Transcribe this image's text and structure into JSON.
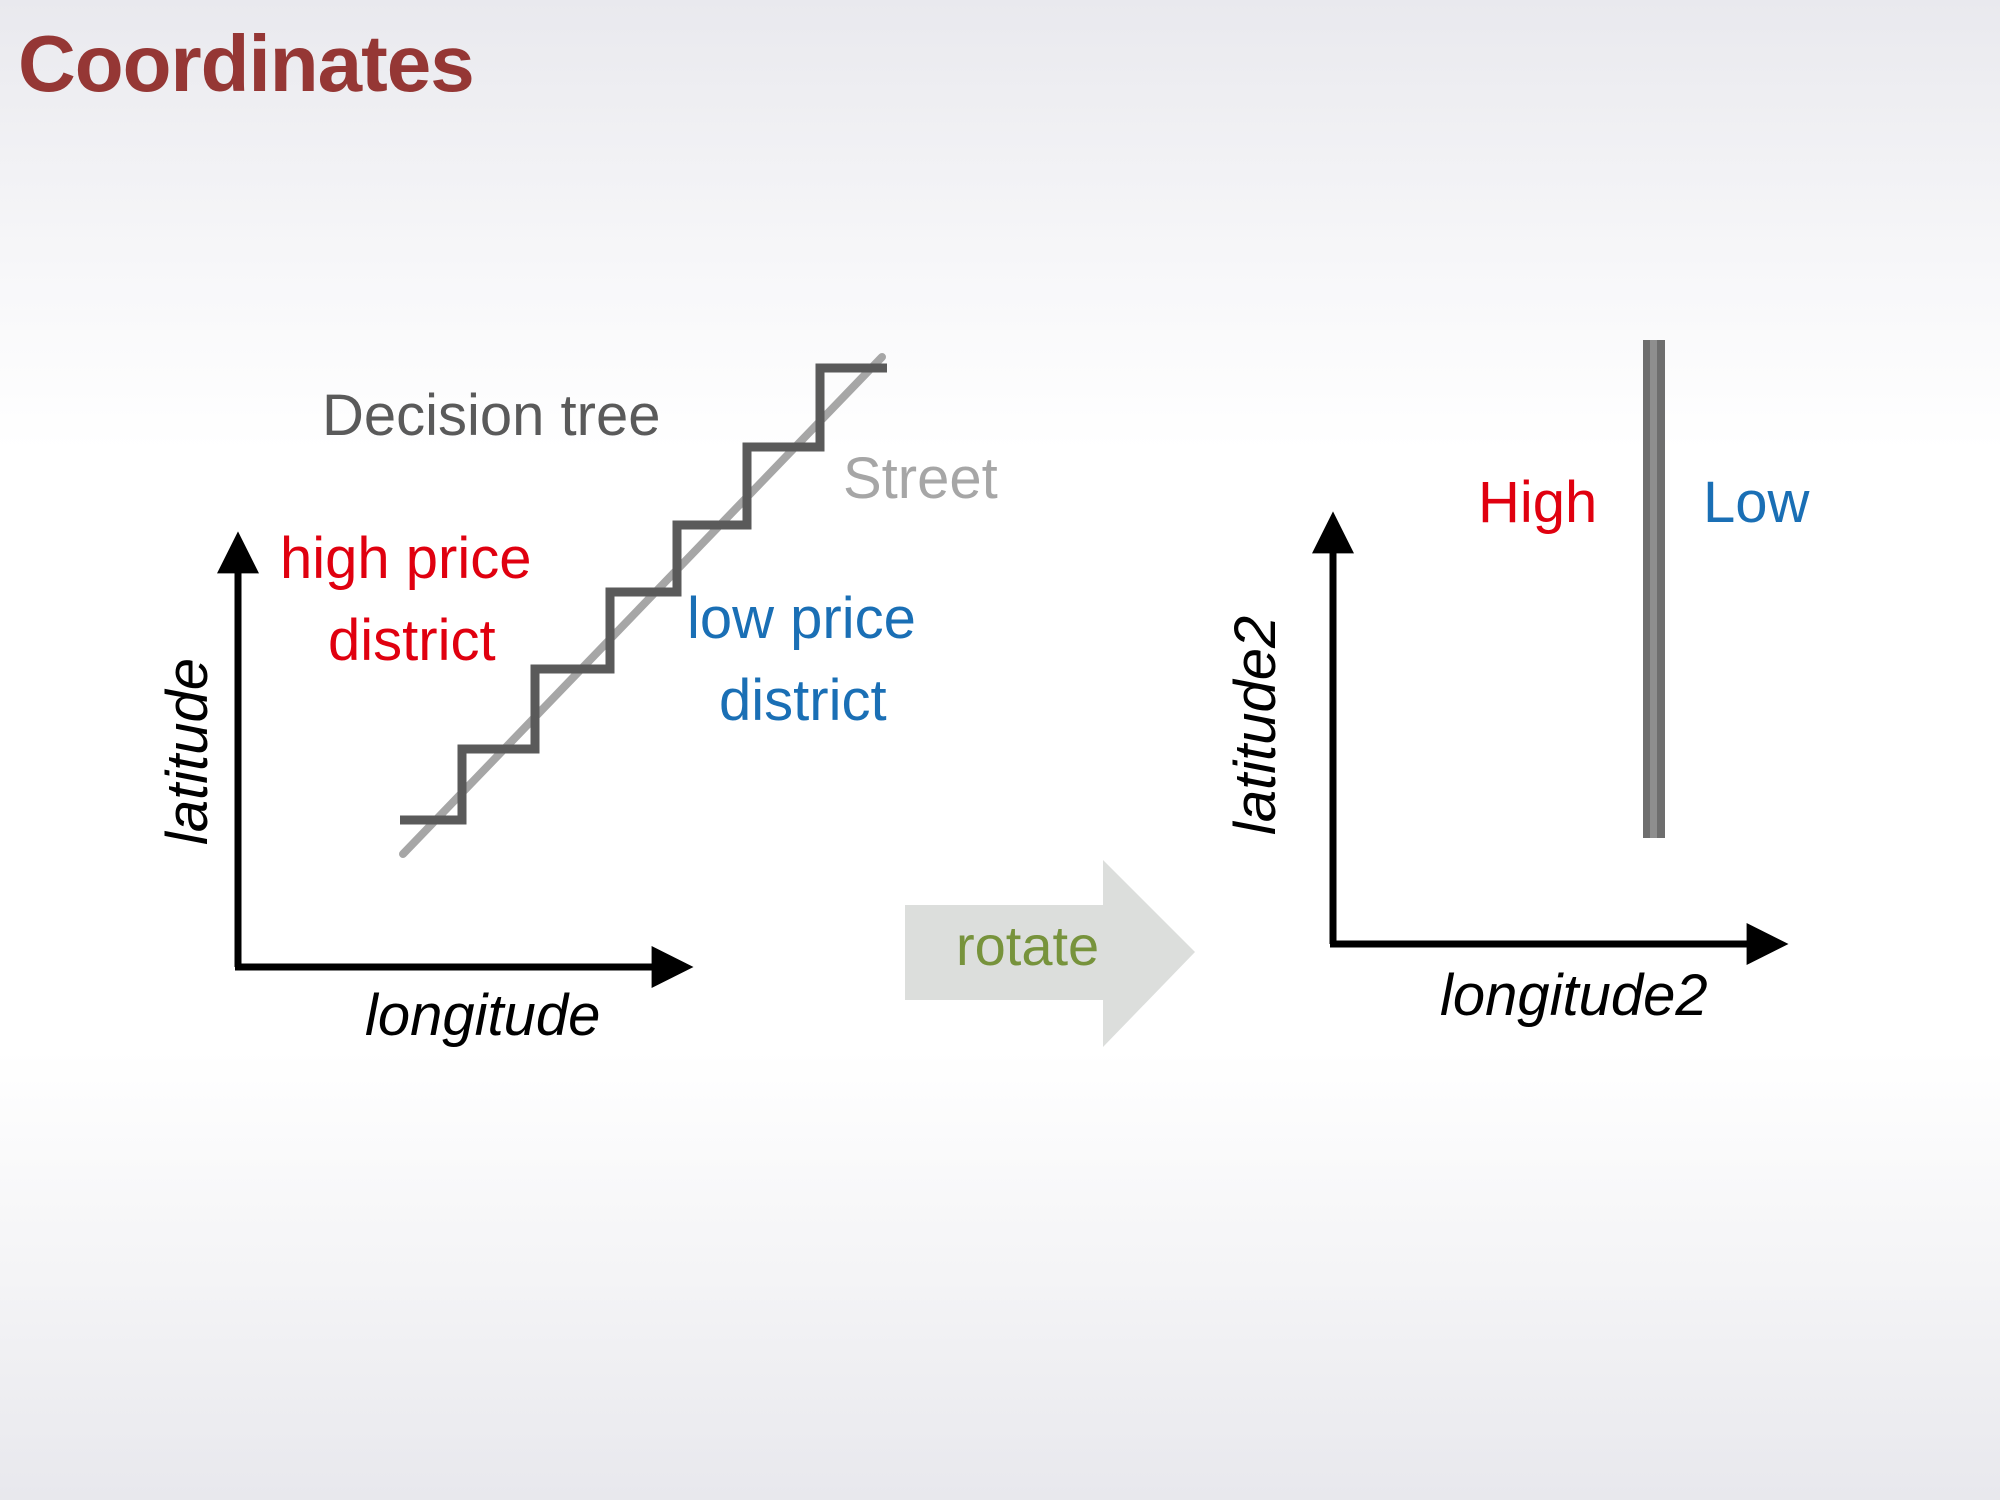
{
  "title": "Coordinates",
  "left_panel": {
    "decision_tree_label": "Decision tree",
    "street_label": "Street",
    "high_price_line1": "high price",
    "high_price_line2": "district",
    "low_price_line1": "low price",
    "low_price_line2": "district",
    "x_axis_label": "longitude",
    "y_axis_label": "latitude"
  },
  "rotate_arrow": {
    "label": "rotate"
  },
  "right_panel": {
    "high_label": "High",
    "low_label": "Low",
    "x_axis_label": "longitude2",
    "y_axis_label": "latitude2"
  },
  "colors": {
    "title": "#953735",
    "high": "#e0000f",
    "low": "#1a6fb5",
    "rotate_text": "#77933c",
    "rotate_arrow": "#dcdedc",
    "decision_tree": "#5a5a5a",
    "street": "#a6a6a6",
    "axis": "#000000"
  }
}
